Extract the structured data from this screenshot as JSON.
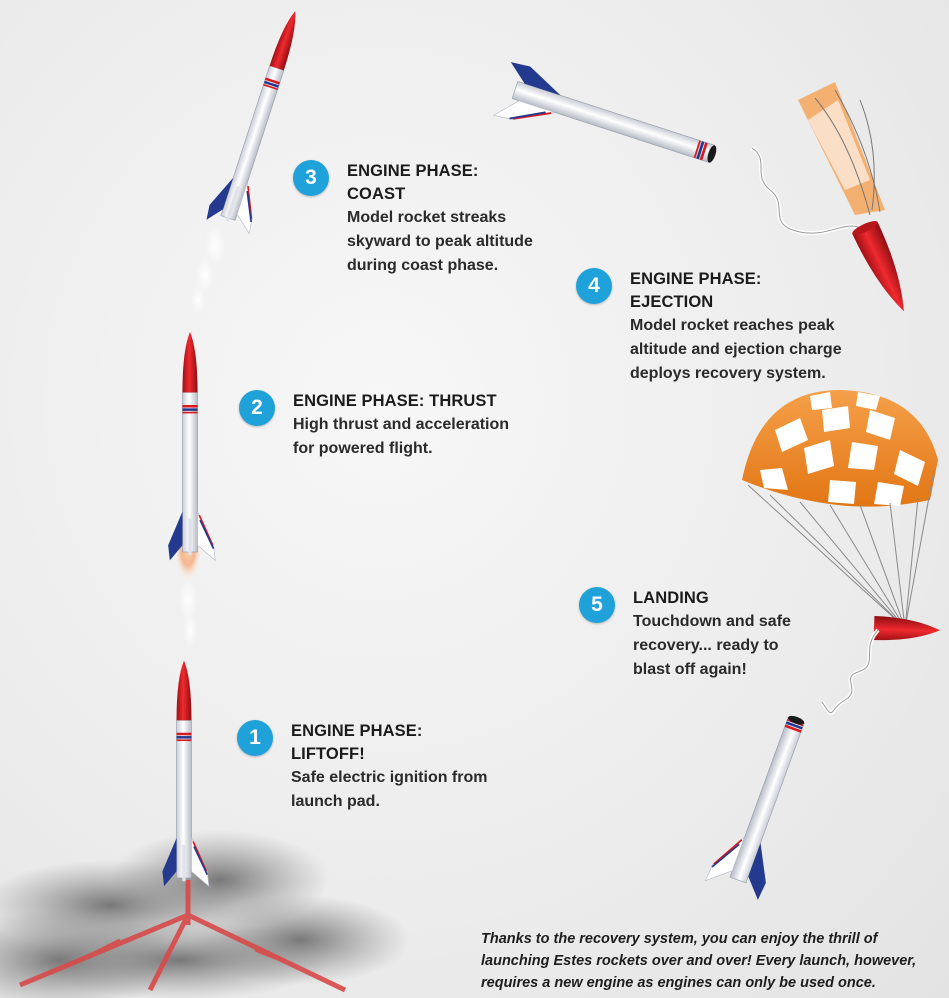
{
  "colors": {
    "badge": "#1fa1d9",
    "rocket_body": "#ffffff",
    "nose_red": "#d8191f",
    "fin_blue": "#243a8f",
    "parachute_orange": "#ef8a2a",
    "launch_pad": "#d84a4a",
    "smoke": "#7a7a7a"
  },
  "steps": [
    {
      "number": "1",
      "title": "ENGINE PHASE: LIFTOFF!",
      "lines": [
        "Safe electric ignition from",
        "launch pad."
      ]
    },
    {
      "number": "2",
      "title": "ENGINE PHASE: THRUST",
      "lines": [
        "High thrust and acceleration",
        "for powered flight."
      ]
    },
    {
      "number": "3",
      "title": "ENGINE PHASE: COAST",
      "lines": [
        "Model rocket streaks",
        "skyward to peak altitude",
        "during coast phase."
      ]
    },
    {
      "number": "4",
      "title": "ENGINE PHASE: EJECTION",
      "lines": [
        "Model rocket reaches peak",
        "altitude and ejection charge",
        "deploys recovery system."
      ]
    },
    {
      "number": "5",
      "title": "LANDING",
      "lines": [
        "Touchdown and safe",
        "recovery... ready to",
        "blast off again!"
      ]
    }
  ],
  "footer": {
    "lines": [
      "Thanks to the recovery system, you can enjoy the thrill of",
      "launching Estes rockets over and over! Every launch, however,",
      "requires a new engine as engines can only be used once."
    ]
  }
}
